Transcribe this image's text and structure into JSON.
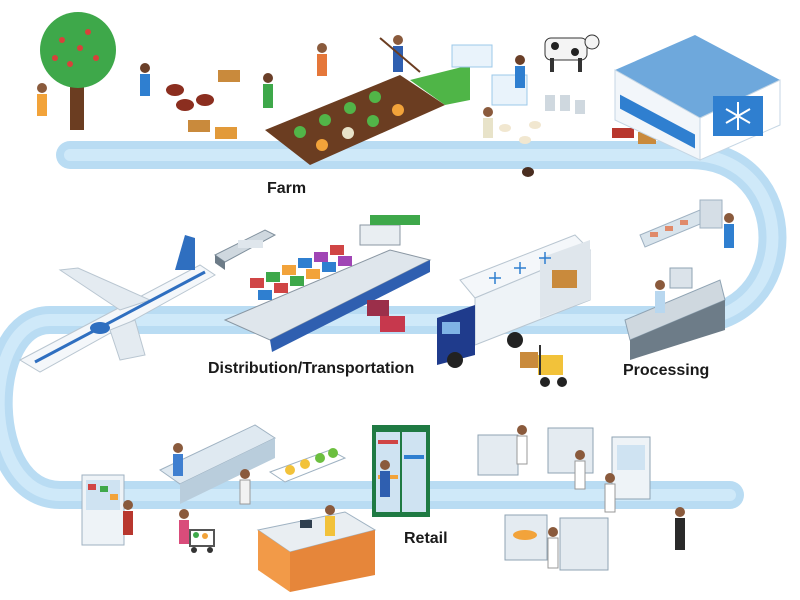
{
  "stages": {
    "farm": "Farm",
    "processing": "Processing",
    "distribution": "Distribution/Transportation",
    "retail": "Retail"
  },
  "colors": {
    "path_light": "#d7ecf8",
    "path_mid": "#a9d3ef",
    "path_dark": "#6fb3e3",
    "warehouse_blue": "#2f7fd0",
    "ground_brown": "#6b3d21",
    "crop_green": "#3ea84a",
    "truck_navy": "#1f3b8c"
  },
  "icons": {
    "warehouse": "cold-storage-warehouse-icon",
    "snowflake": "snowflake-icon",
    "plane": "airplane-icon",
    "ship": "container-ship-icon",
    "truck": "refrigerated-truck-icon",
    "forklift": "forklift-icon",
    "conveyor": "conveyor-belt-icon",
    "fridge": "refrigerator-icon",
    "kitchen": "restaurant-kitchen-icon",
    "checkout": "checkout-counter-icon"
  }
}
